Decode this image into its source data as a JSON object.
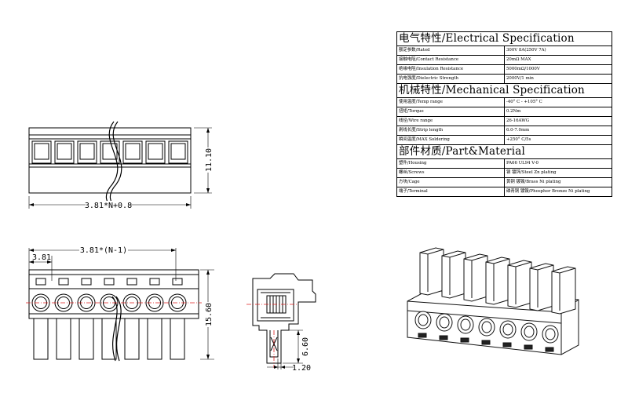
{
  "dimensions": {
    "top_width": "3.81*N+0.8",
    "top_height": "11.10",
    "front_pitch_total": "3.81*(N-1)",
    "front_pitch": "3.81",
    "front_height": "15.60",
    "side_height": "6.60",
    "side_width": "1.20"
  },
  "colors": {
    "line": "#000000",
    "center_mark": "#e02020",
    "ink": "#1a1a1a"
  },
  "spec": {
    "sections": [
      {
        "title": "电气特性/Electrical Specification",
        "rows": [
          {
            "param": "额定参数/Rated",
            "value": "300V 8A(250V 7A)"
          },
          {
            "param": "接触电阻/Contact Resistance",
            "value": "20mΩ MAX"
          },
          {
            "param": "绝缘电阻/Insulation Resistance",
            "value": "5000mΩ/1000V"
          },
          {
            "param": "抗电强度/Dielectric Strength",
            "value": "2000V/1 min"
          }
        ]
      },
      {
        "title": "机械特性/Mechanical Specification",
        "rows": [
          {
            "param": "使用温度/Temp range",
            "value": "-40° C - +105° C"
          },
          {
            "param": "扭矩/Torque",
            "value": "0.2Nm"
          },
          {
            "param": "线径/Wire range",
            "value": "26-16AWG"
          },
          {
            "param": "剥线长度/Strip length",
            "value": "6.0-7.0mm"
          },
          {
            "param": "瞬间温度/MAX Soldering",
            "value": "+250° C/5s"
          }
        ]
      },
      {
        "title": "部件材质/Part&Material",
        "rows": [
          {
            "param": "塑件/Housing",
            "value": "PA66 UL94 V-0"
          },
          {
            "param": "螺丝/Screws",
            "value": "钢 镀锌/Steel Zn plating"
          },
          {
            "param": "方块/Cage",
            "value": "黄铜 镀镍/Brass Ni plating"
          },
          {
            "param": "端子/Terminal",
            "value": "磷青铜 镀镍/Phosphor Bronze Ni plating"
          }
        ]
      }
    ]
  }
}
